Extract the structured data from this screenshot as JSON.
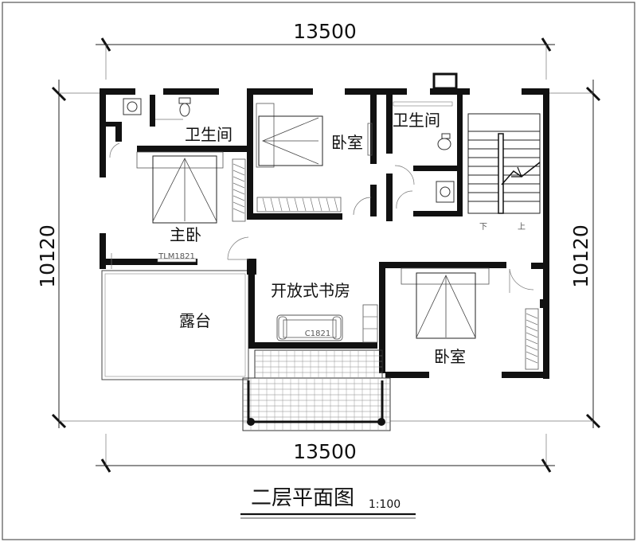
{
  "dimensions": {
    "top": "13500",
    "bottom": "13500",
    "left": "10120",
    "right": "10120"
  },
  "rooms": {
    "bathroom_master": "卫生间",
    "bedroom_top": "卧室",
    "bathroom_right": "卫生间",
    "master_bedroom": "主卧",
    "study": "开放式书房",
    "terrace": "露台",
    "bedroom_bottom": "卧室"
  },
  "stair_labels": {
    "down": "下",
    "up": "上"
  },
  "codes": {
    "door_tlm": "TLM1821",
    "window_c": "C1821"
  },
  "title": {
    "name": "二层平面图",
    "scale": "1:100"
  }
}
